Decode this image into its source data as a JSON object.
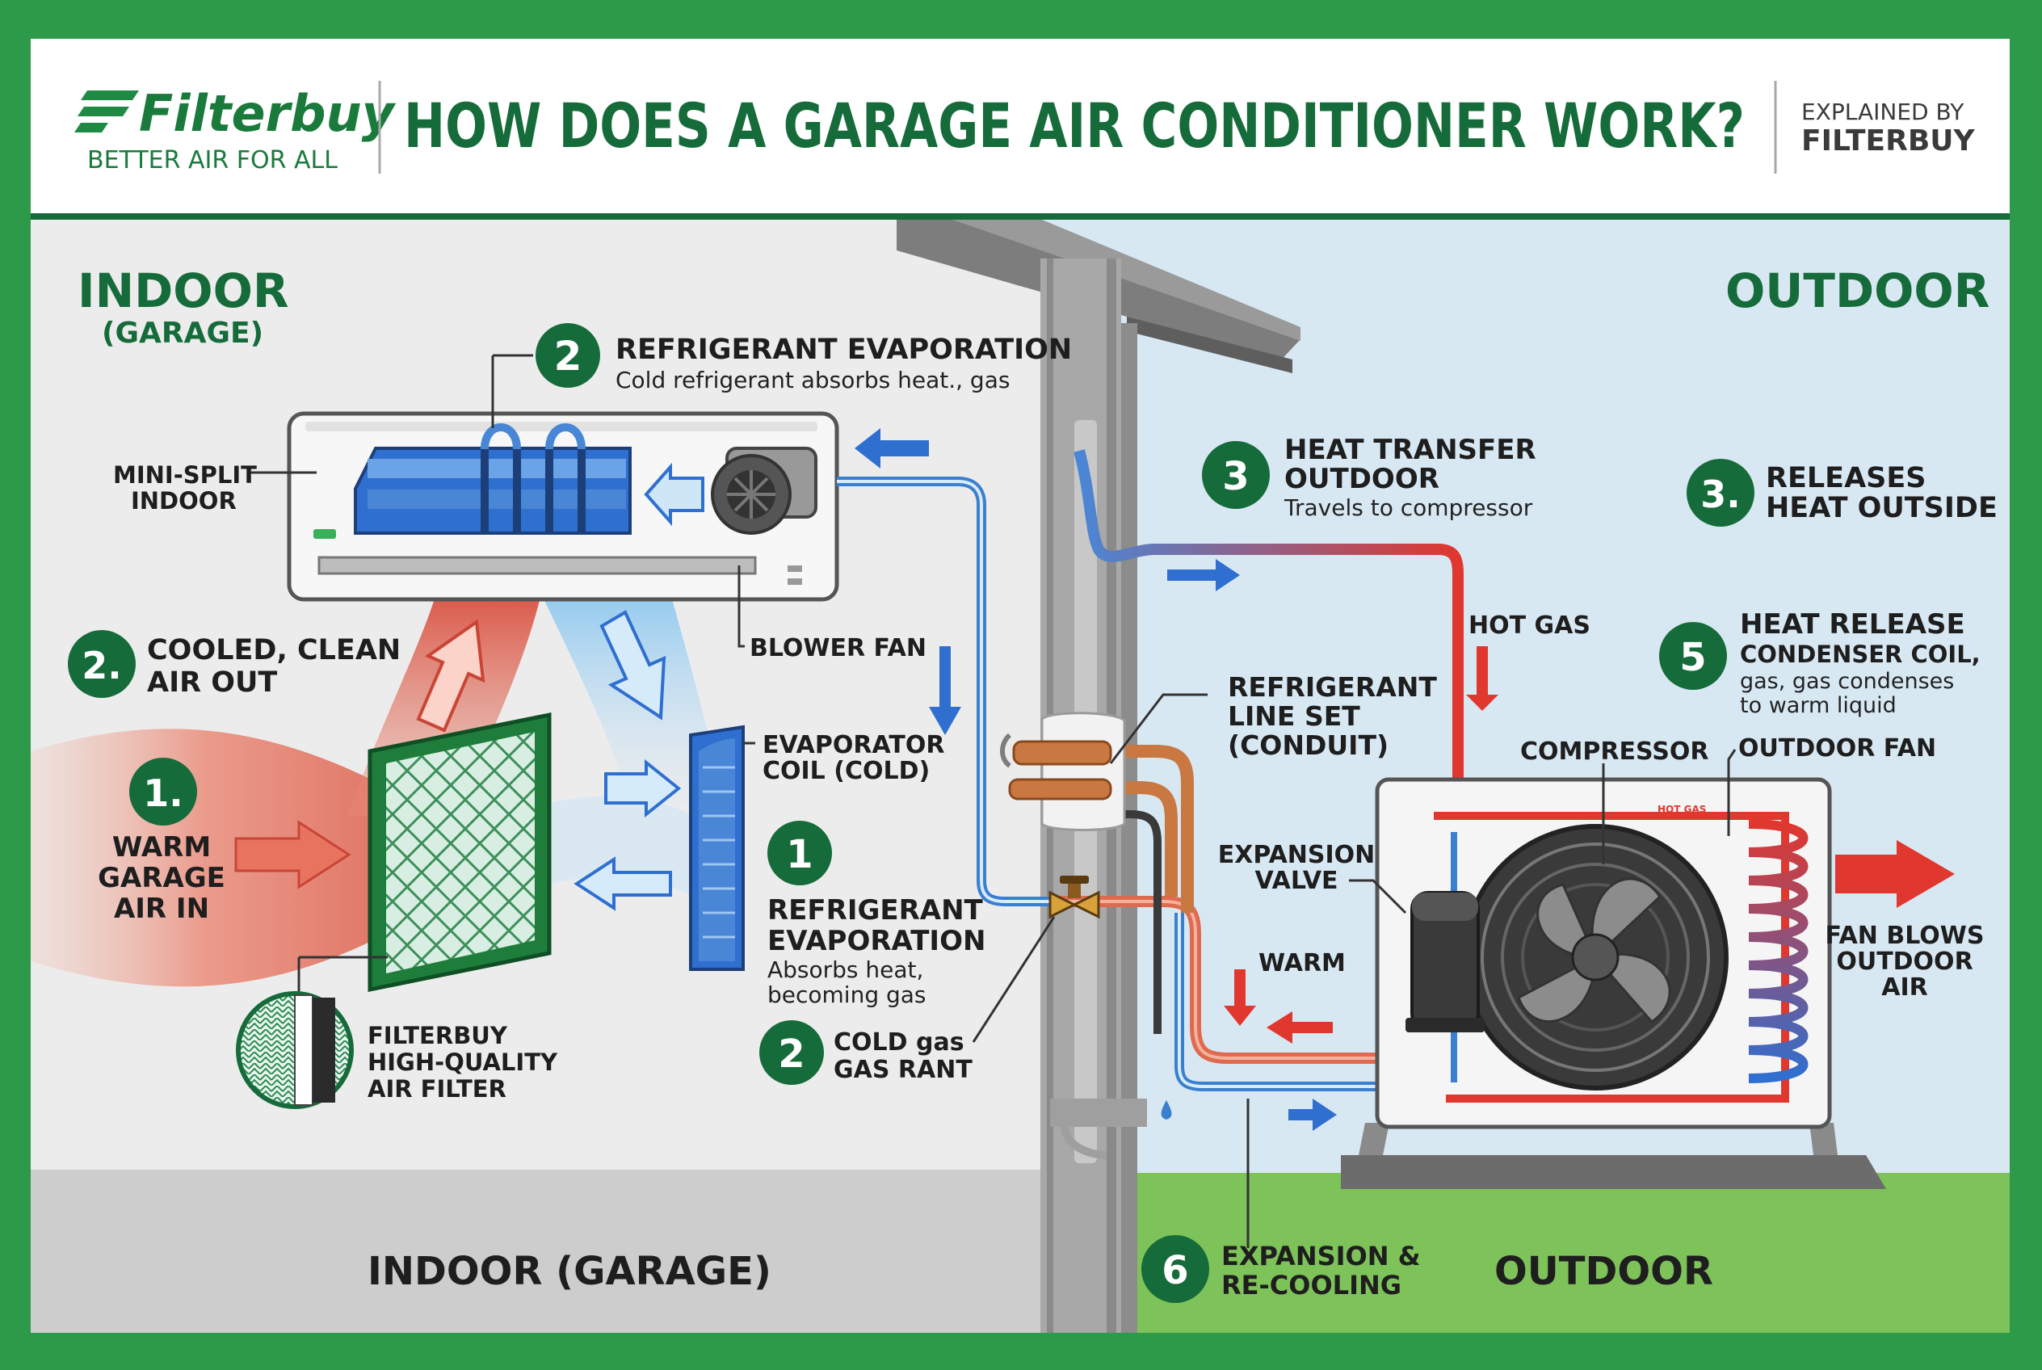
{
  "header": {
    "brand": "Filterbuy",
    "tagline": "BETTER AIR FOR ALL",
    "title": "HOW DOES A GARAGE AIR CONDITIONER WORK?",
    "explained_by_1": "EXPLAINED BY",
    "explained_by_2": "FILTERBUY"
  },
  "colors": {
    "frame": "#2c9a48",
    "brand_green": "#166b3a",
    "hot": "#e0372f",
    "cold": "#2f6fd0",
    "grass": "#7ec25a",
    "sky": "#d8e8f3"
  },
  "indoor": {
    "title": "INDOOR",
    "subtitle": "(GARAGE)",
    "footer": "INDOOR (GARAGE)"
  },
  "outdoor": {
    "title": "OUTDOOR",
    "footer": "OUTDOOR"
  },
  "labels": {
    "mini_split_1": "MINI-SPLIT",
    "mini_split_2": "INDOOR",
    "blower_fan": "BLOWER FAN",
    "evap_coil_1": "EVAPORATOR",
    "evap_coil_2": "COIL (COLD)",
    "filter_1": "FILTERBUY",
    "filter_2": "HIGH-QUALITY",
    "filter_3": "AIR FILTER",
    "line_set_1": "REFRIGERANT",
    "line_set_2": "LINE SET",
    "line_set_3": "(CONDUIT)",
    "expansion_1": "EXPANSION",
    "expansion_2": "VALVE",
    "warm": "WARM",
    "hot_gas": "HOT GAS",
    "compressor": "COMPRESSOR",
    "outdoor_fan": "OUTDOOR FAN",
    "unit_hot_gas": "HOT GAS",
    "fan_blows_1": "FAN BLOWS",
    "fan_blows_2": "OUTDOOR",
    "fan_blows_3": "AIR"
  },
  "steps": [
    {
      "badge": "2",
      "title": "REFRIGERANT EVAPORATION",
      "desc": "Cold refrigerant absorbs heat., gas"
    },
    {
      "badge": "2.",
      "title_1": "COOLED, CLEAN",
      "title_2": "AIR OUT"
    },
    {
      "badge": "1.",
      "title_1": "WARM",
      "title_2": "GARAGE",
      "title_3": "AIR IN"
    },
    {
      "badge": "1",
      "title_1": "REFRIGERANT",
      "title_2": "EVAPORATION",
      "desc_1": "Absorbs heat,",
      "desc_2": "becoming gas"
    },
    {
      "badge": "2",
      "title_1": "COLD gas",
      "title_2": "GAS RANT"
    },
    {
      "badge": "3",
      "title_1": "HEAT TRANSFER",
      "title_2": "OUTDOOR",
      "desc": "Travels to compressor"
    },
    {
      "badge": "3.",
      "title_1": "RELEASES",
      "title_2": "HEAT OUTSIDE"
    },
    {
      "badge": "5",
      "title": "HEAT RELEASE",
      "desc_1": "CONDENSER COIL,",
      "desc_2": "gas, gas condenses",
      "desc_3": "to warm liquid"
    },
    {
      "badge": "6",
      "title_1": "EXPANSION &",
      "title_2": "RE-COOLING"
    }
  ]
}
